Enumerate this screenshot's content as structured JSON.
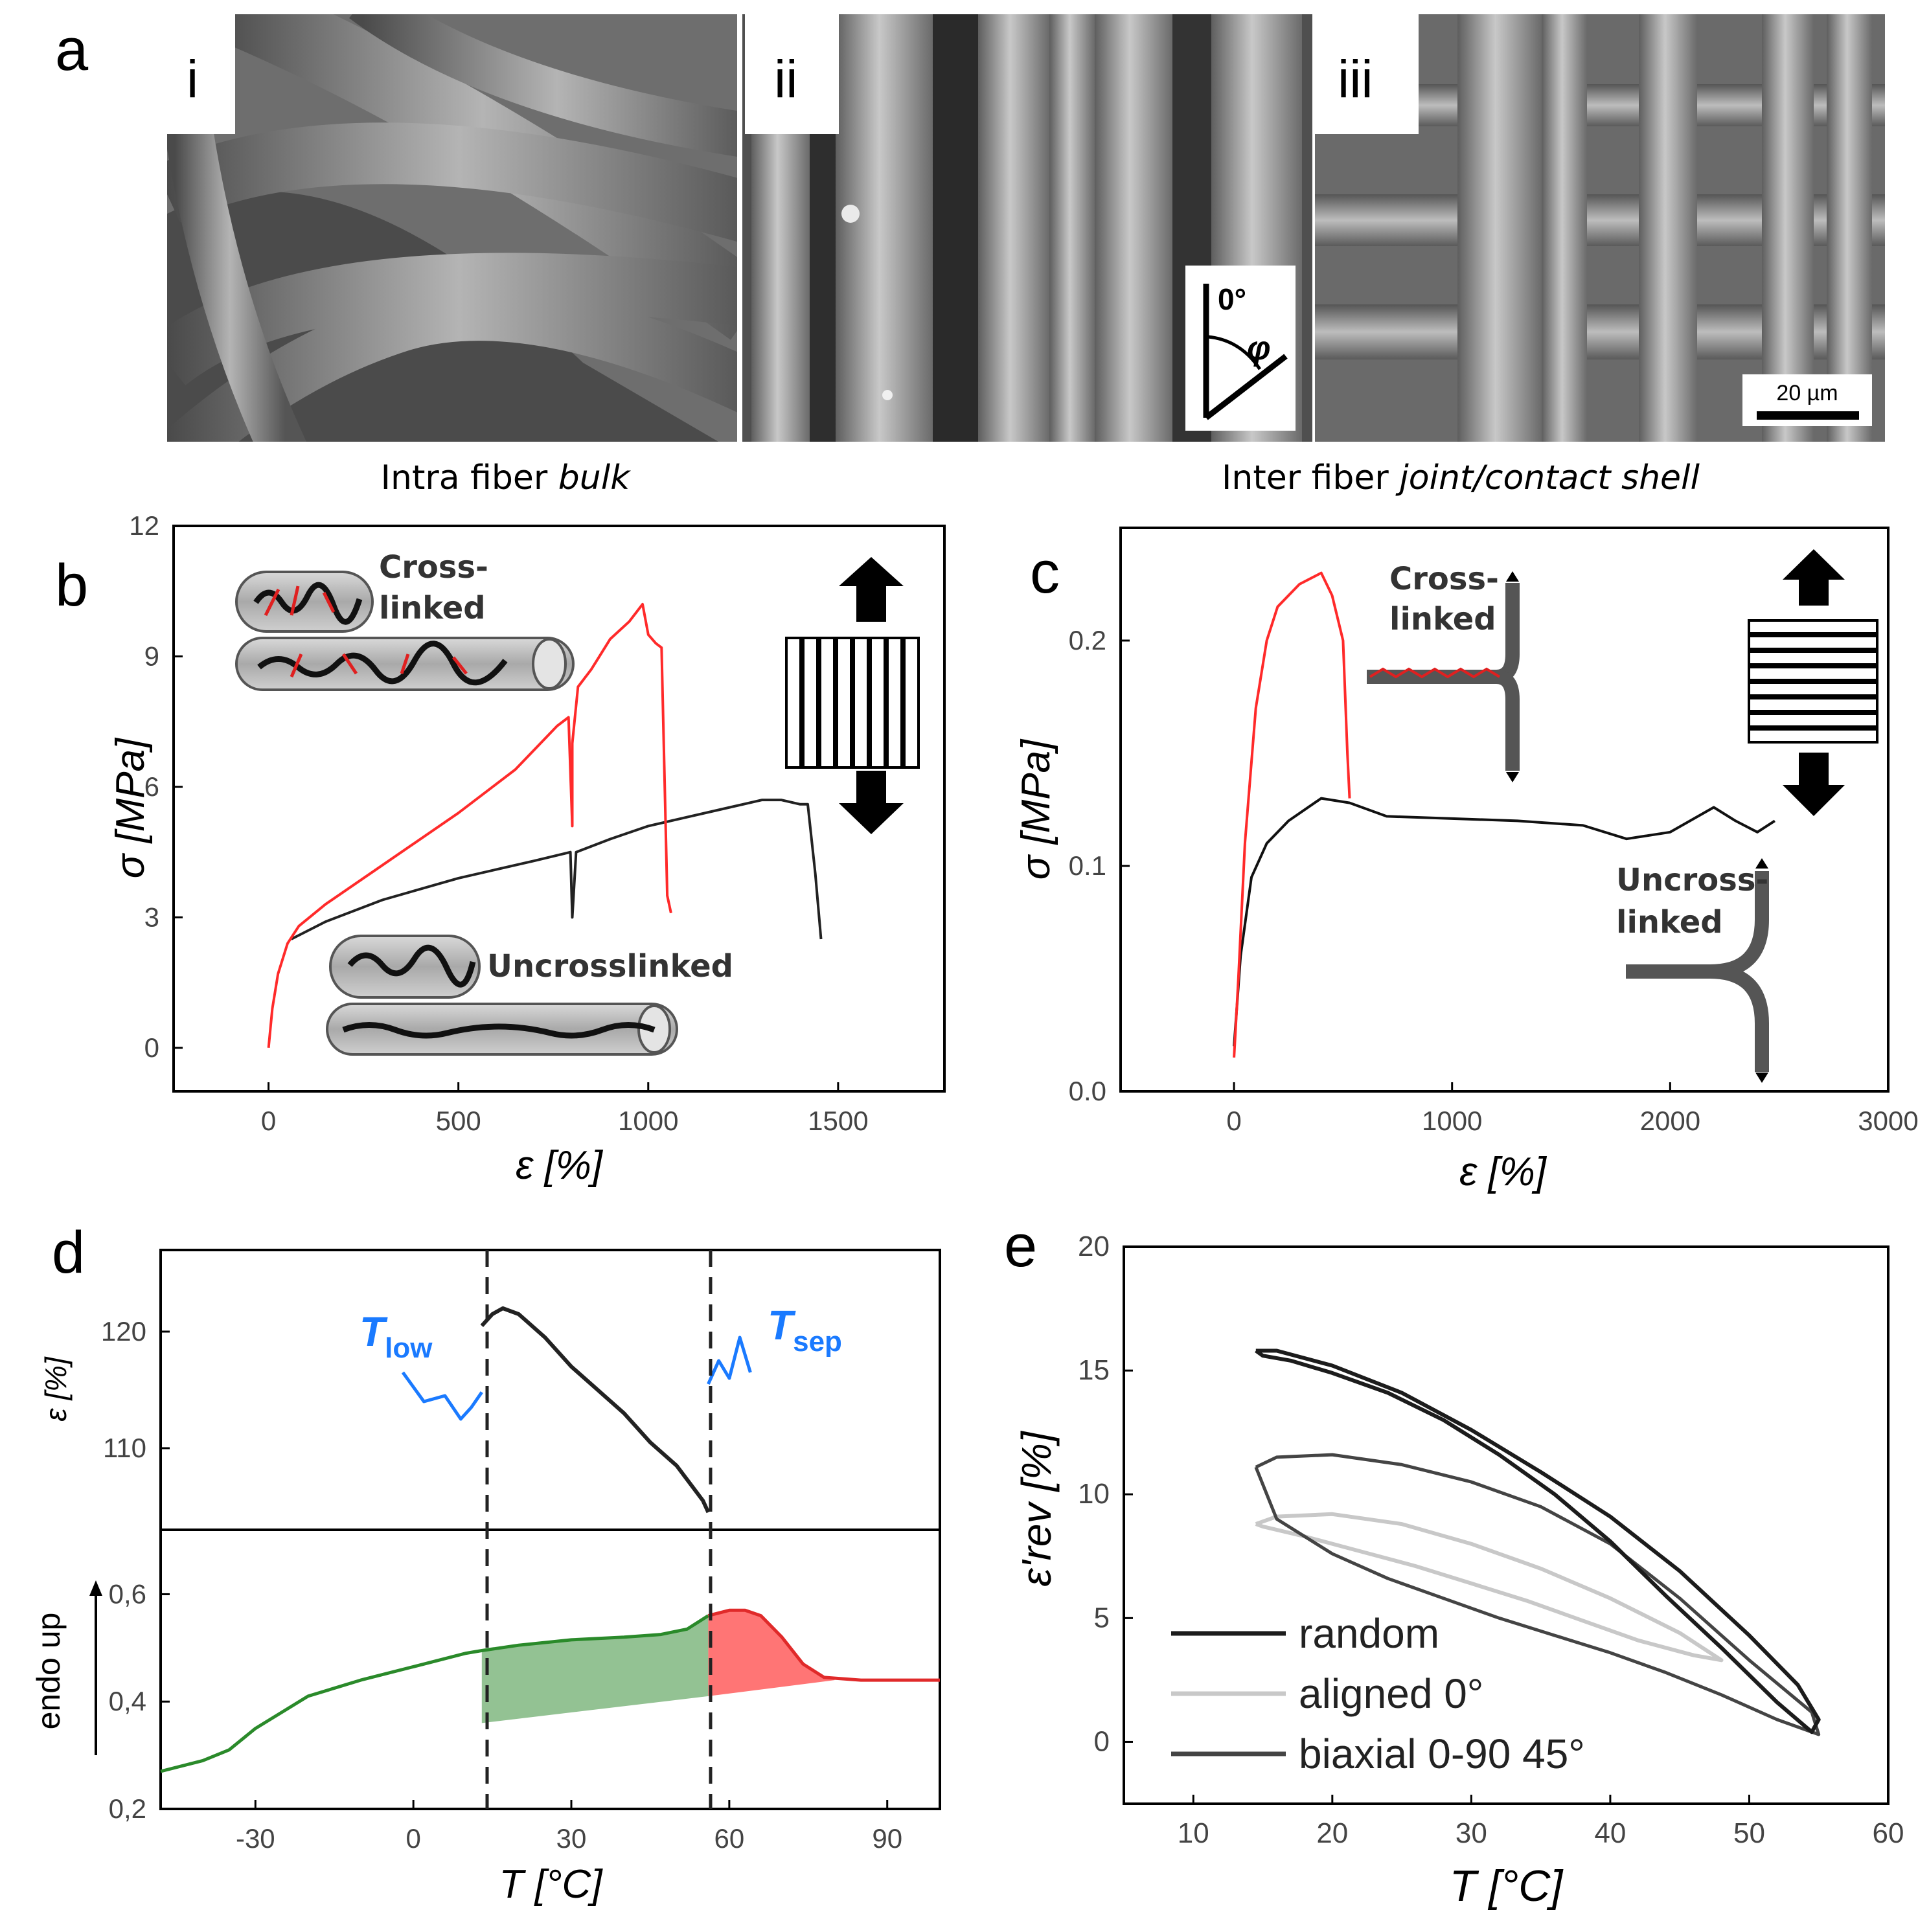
{
  "panel_a": {
    "label": "a",
    "sub_labels": [
      "i",
      "ii",
      "iii"
    ],
    "caption_left_plain": "Intra fiber ",
    "caption_left_italic": "bulk",
    "caption_right_plain": "Inter fiber ",
    "caption_right_italic": "joint/contact shell",
    "angle_label": "0°",
    "angle_symbol": "φ",
    "scalebar": "20 µm"
  },
  "chart_data": [
    {
      "panel": "b",
      "type": "line",
      "xlabel": "ε [%]",
      "ylabel": "σ [MPa]",
      "xlim": [
        -250,
        1780
      ],
      "ylim": [
        -1,
        12
      ],
      "xticks": [
        0,
        500,
        1000,
        1500
      ],
      "yticks": [
        0,
        3,
        6,
        9,
        12
      ],
      "annotations": [
        "Cross-",
        "linked",
        "Uncrosslinked"
      ],
      "series": [
        {
          "color": "#ff2a2a",
          "x": [
            0,
            10,
            25,
            50,
            80,
            150,
            300,
            500,
            650,
            760,
            790,
            800,
            800,
            815,
            850,
            900,
            950,
            985,
            1000,
            1020,
            1035,
            1050,
            1060
          ],
          "y": [
            0,
            0.9,
            1.7,
            2.4,
            2.8,
            3.3,
            4.2,
            5.4,
            6.4,
            7.4,
            7.6,
            5.1,
            7.0,
            8.3,
            8.7,
            9.4,
            9.8,
            10.2,
            9.5,
            9.3,
            9.2,
            3.5,
            3.1
          ]
        },
        {
          "color": "#222222",
          "x": [
            60,
            150,
            300,
            500,
            700,
            795,
            800,
            810,
            900,
            1000,
            1100,
            1200,
            1300,
            1350,
            1400,
            1420,
            1440,
            1455
          ],
          "y": [
            2.5,
            2.9,
            3.4,
            3.9,
            4.3,
            4.5,
            3.0,
            4.5,
            4.8,
            5.1,
            5.3,
            5.5,
            5.7,
            5.7,
            5.6,
            5.6,
            4.0,
            2.5
          ]
        }
      ]
    },
    {
      "panel": "c",
      "type": "line",
      "xlabel": "ε [%]",
      "ylabel": "σ [MPa]",
      "xlim": [
        -520,
        3000
      ],
      "ylim": [
        0.0,
        0.25
      ],
      "xticks": [
        0,
        1000,
        2000,
        3000
      ],
      "yticks": [
        0.0,
        0.1,
        0.2
      ],
      "annotations": [
        "Cross-",
        "linked",
        "Uncross-",
        "linked"
      ],
      "series": [
        {
          "color": "#ff2a2a",
          "x": [
            0,
            20,
            50,
            100,
            150,
            200,
            300,
            400,
            450,
            500,
            520,
            530
          ],
          "y": [
            0.015,
            0.05,
            0.11,
            0.17,
            0.2,
            0.215,
            0.225,
            0.23,
            0.22,
            0.2,
            0.15,
            0.13
          ]
        },
        {
          "color": "#111111",
          "x": [
            0,
            30,
            80,
            150,
            250,
            400,
            530,
            700,
            1000,
            1300,
            1600,
            1800,
            2000,
            2200,
            2300,
            2400,
            2480
          ],
          "y": [
            0.02,
            0.06,
            0.095,
            0.11,
            0.12,
            0.13,
            0.128,
            0.122,
            0.121,
            0.12,
            0.118,
            0.112,
            0.115,
            0.126,
            0.12,
            0.115,
            0.12
          ]
        }
      ]
    },
    {
      "panel": "d",
      "type": "line",
      "xlabel": "T [°C]",
      "xlim": [
        -48,
        100
      ],
      "xticks": [
        -30,
        0,
        30,
        60,
        90
      ],
      "top": {
        "ylabel": "ε [%]",
        "ylim": [
          103,
          127
        ],
        "yticks": [
          110,
          120
        ],
        "annotations": {
          "low_main": "T",
          "low_sub": "low",
          "sep_main": "T",
          "sep_sub": "sep"
        },
        "series": [
          {
            "color": "#222222",
            "x": [
              13,
              15,
              17,
              20,
              25,
              30,
              35,
              40,
              45,
              50,
              55,
              56
            ],
            "y": [
              120.5,
              121.5,
              122,
              121.5,
              119.5,
              117,
              115,
              113,
              110.5,
              108.5,
              105.5,
              104.5
            ]
          },
          {
            "color": "#1a7aff",
            "x": [
              -2,
              2,
              6,
              9,
              11,
              13
            ],
            "y": [
              116.5,
              114,
              114.5,
              112.5,
              113.5,
              114.8
            ]
          },
          {
            "color": "#1a7aff",
            "x": [
              56,
              58,
              60,
              62,
              64
            ],
            "y": [
              115.5,
              117.5,
              116,
              119.5,
              116.5
            ]
          }
        ]
      },
      "bottom": {
        "ylabel": "endo up",
        "ylim": [
          0.2,
          0.72
        ],
        "yticks": [
          0.2,
          0.4,
          0.6
        ],
        "ytick_labels": [
          "0,2",
          "0,4",
          "0,6"
        ],
        "series": [
          {
            "color": "#2a8a2a",
            "x": [
              -48,
              -40,
              -35,
              -30,
              -20,
              -10,
              0,
              10,
              13,
              20,
              30,
              40,
              47,
              52,
              56
            ],
            "y": [
              0.27,
              0.29,
              0.31,
              0.35,
              0.41,
              0.44,
              0.465,
              0.49,
              0.495,
              0.505,
              0.515,
              0.52,
              0.525,
              0.535,
              0.56
            ]
          },
          {
            "color": "#e02a2a",
            "x": [
              56,
              60,
              63,
              66,
              70,
              74,
              78,
              85,
              95,
              100
            ],
            "y": [
              0.56,
              0.57,
              0.57,
              0.56,
              0.52,
              0.47,
              0.445,
              0.44,
              0.44,
              0.44
            ]
          }
        ],
        "fills": [
          {
            "color": "#8dbf8d",
            "x_from": 13,
            "x_to": 56,
            "base_from": 0.36,
            "base_to": 0.41
          },
          {
            "color": "#ff6e6e",
            "x_from": 56,
            "x_to": 80,
            "base_from": 0.41,
            "base_to": 0.44
          }
        ]
      }
    },
    {
      "panel": "e",
      "type": "line",
      "xlabel": "T [°C]",
      "ylabel": "ε'rev [%]",
      "xlim": [
        5,
        60
      ],
      "ylim": [
        -2.5,
        20
      ],
      "xticks": [
        10,
        20,
        30,
        40,
        50,
        60
      ],
      "yticks": [
        0,
        5,
        10,
        15,
        20
      ],
      "legend_position": "bottom-left",
      "series": [
        {
          "name": "random",
          "color": "#1c1c1c",
          "x": [
            14.5,
            16,
            20,
            25,
            30,
            35,
            40,
            45,
            50,
            53.5,
            55,
            54.5,
            52,
            48,
            44,
            40,
            36,
            32,
            28,
            24,
            20,
            17,
            15,
            14.5
          ],
          "y": [
            15.8,
            15.8,
            15.2,
            14.1,
            12.6,
            10.9,
            9.1,
            6.9,
            4.3,
            2.3,
            0.9,
            0.4,
            1.6,
            3.8,
            5.9,
            8.1,
            10.0,
            11.6,
            13.0,
            14.1,
            14.9,
            15.4,
            15.6,
            15.8
          ]
        },
        {
          "name": "aligned 0°",
          "color": "#c8c8c8",
          "x": [
            14.5,
            16,
            20,
            25,
            30,
            35,
            40,
            45,
            48,
            46,
            42,
            38,
            34,
            30,
            26,
            22,
            18,
            15,
            14.5
          ],
          "y": [
            8.8,
            9.1,
            9.2,
            8.8,
            8.0,
            7.0,
            5.8,
            4.4,
            3.3,
            3.5,
            4.1,
            4.9,
            5.7,
            6.4,
            7.1,
            7.7,
            8.3,
            8.7,
            8.8
          ]
        },
        {
          "name": "biaxial 0-90 45°",
          "color": "#444444",
          "x": [
            14.5,
            16,
            20,
            25,
            30,
            35,
            40,
            45,
            50,
            54.5,
            55,
            52,
            48,
            44,
            40,
            36,
            32,
            28,
            24,
            20,
            16,
            14.5
          ],
          "y": [
            11.1,
            11.5,
            11.6,
            11.2,
            10.5,
            9.5,
            8.0,
            5.8,
            3.3,
            1.2,
            0.3,
            0.9,
            1.9,
            2.8,
            3.6,
            4.3,
            5.0,
            5.8,
            6.6,
            7.6,
            9.0,
            11.1
          ]
        }
      ]
    }
  ],
  "panel_labels": {
    "b": "b",
    "c": "c",
    "d": "d",
    "e": "e"
  }
}
